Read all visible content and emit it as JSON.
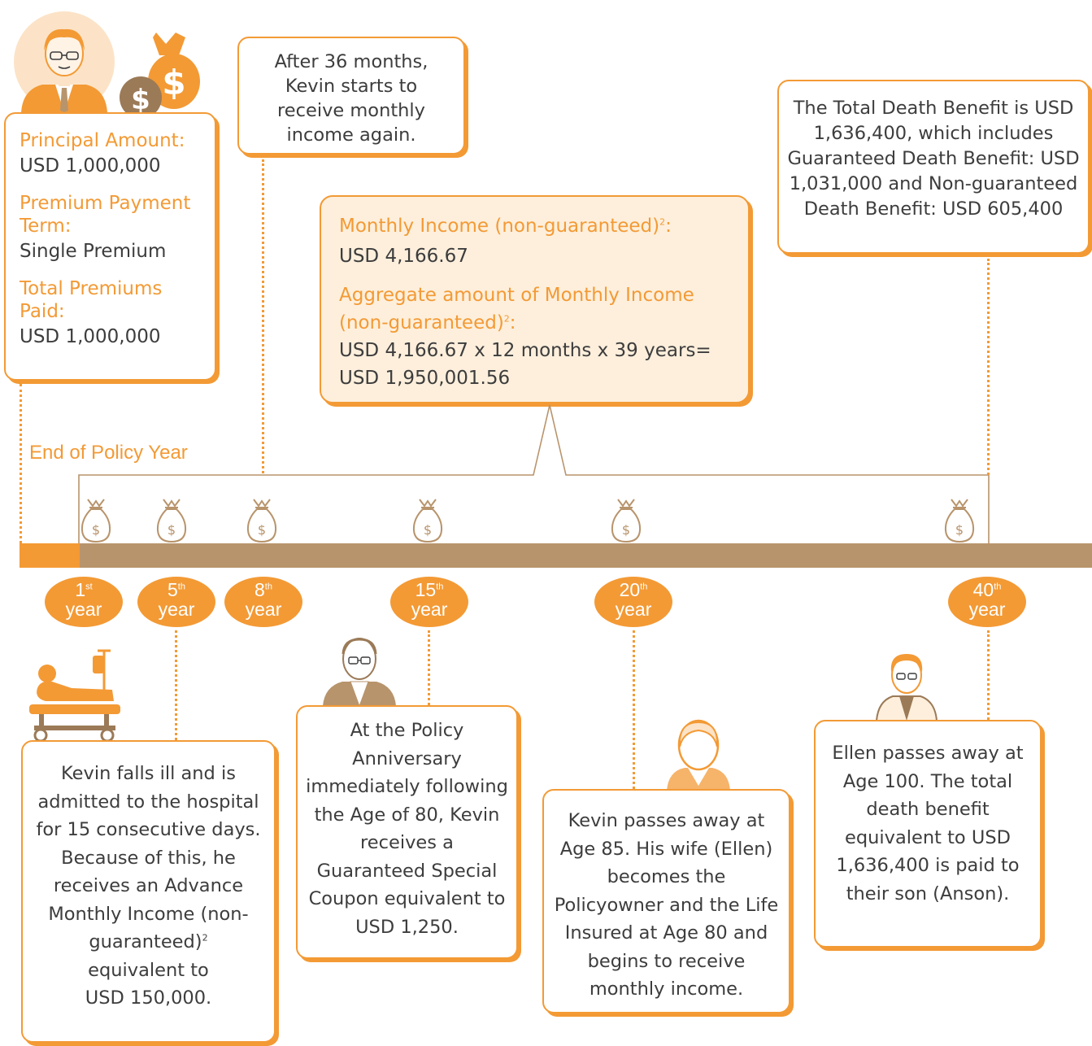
{
  "colors": {
    "accent": "#f39a35",
    "bar": "#b8946c",
    "light_fill": "#fdefdc"
  },
  "principal_box": {
    "principal_label": "Principal Amount:",
    "principal_value": "USD 1,000,000",
    "term_label": "Premium Payment Term:",
    "term_value": "Single Premium",
    "total_label": "Total Premiums Paid:",
    "total_value": "USD 1,000,000"
  },
  "after36_box": {
    "text": "After 36 months, Kevin starts to receive monthly income again."
  },
  "death_benefit_box": {
    "text": "The Total Death Benefit is USD 1,636,400, which includes Guaranteed Death Benefit: USD 1,031,000 and Non-guaranteed Death Benefit: USD 605,400"
  },
  "monthly_box": {
    "monthly_label": "Monthly Income (non-guaranteed)",
    "monthly_sup": "2",
    "monthly_colon": ":",
    "monthly_value": "USD 4,166.67",
    "aggregate_label_1": "Aggregate amount of Monthly Income",
    "aggregate_label_2": "(non-guaranteed)",
    "aggregate_sup": "2",
    "aggregate_colon": ":",
    "aggregate_line1": "USD 4,166.67 x 12 months x 39 years=",
    "aggregate_line2": "USD 1,950,001.56"
  },
  "timeline": {
    "end_label": "End of Policy Year",
    "badges": [
      {
        "num": "1",
        "sup": "st",
        "word": "year"
      },
      {
        "num": "5",
        "sup": "th",
        "word": "year"
      },
      {
        "num": "8",
        "sup": "th",
        "word": "year"
      },
      {
        "num": "15",
        "sup": "th",
        "word": "year"
      },
      {
        "num": "20",
        "sup": "th",
        "word": "year"
      },
      {
        "num": "40",
        "sup": "th",
        "word": "year"
      }
    ]
  },
  "events": {
    "ill": {
      "text_main": "Kevin falls ill and is admitted to the hospital for 15 consecutive days. Because of this, he receives an Advance Monthly Income (non-guaranteed)",
      "sup": "2",
      "text_tail": "equivalent to USD 150,000."
    },
    "coupon": {
      "text": "At the Policy Anniversary immediately following the Age of 80, Kevin receives a Guaranteed Special Coupon equivalent to USD 1,250."
    },
    "kevin_death": {
      "text": "Kevin passes away at Age 85. His wife (Ellen) becomes the Policyowner and the Life Insured at Age 80 and begins to receive monthly income."
    },
    "ellen_death": {
      "text": "Ellen passes away at Age 100. The total death benefit equivalent to USD 1,636,400 is paid to their son (Anson)."
    }
  }
}
